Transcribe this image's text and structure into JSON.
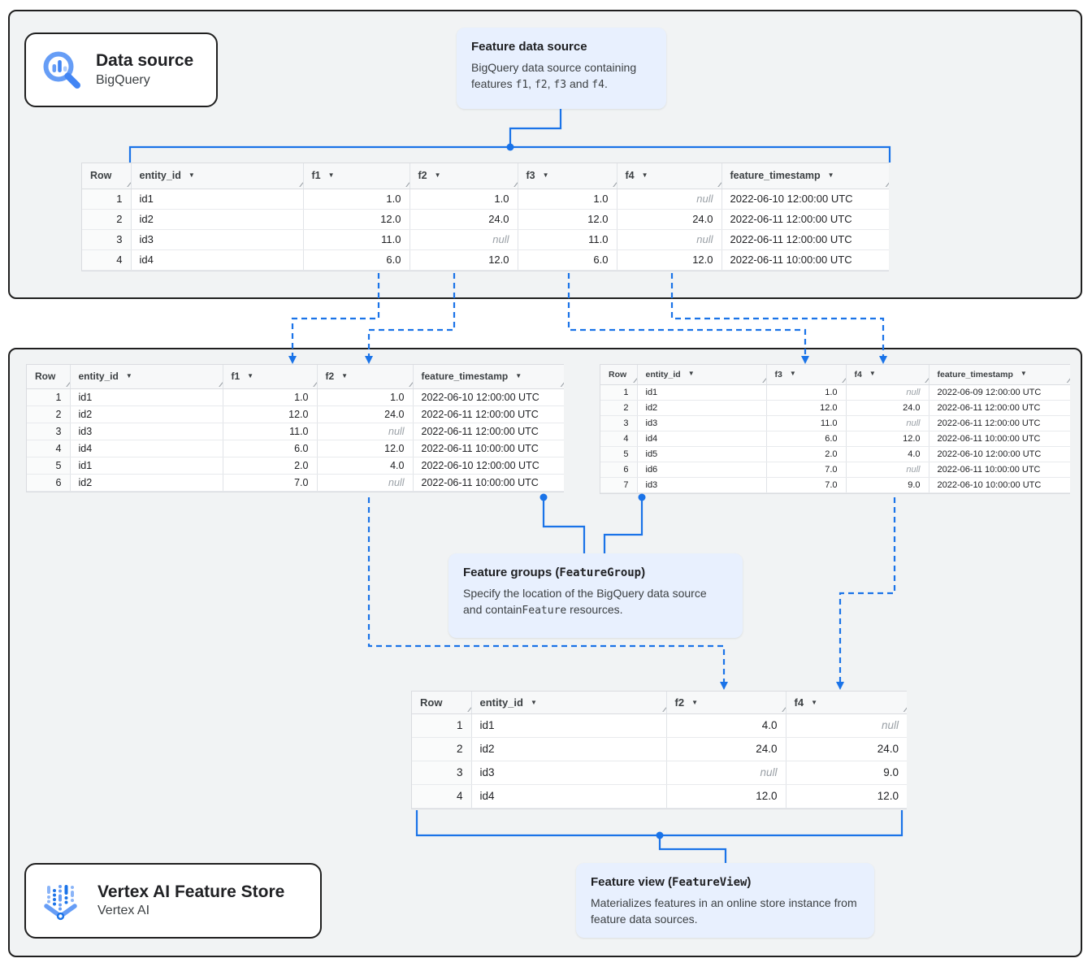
{
  "colors": {
    "accent_blue": "#1a73e8",
    "section_background": "#f1f3f4",
    "callout_background": "#e8f0fe",
    "badge_border": "#1f1f1f",
    "null_text": "#9aa0a6",
    "icon_blue_dark": "#4285f4",
    "icon_blue_medium": "#669df6",
    "icon_blue_light": "#aecbfa"
  },
  "source_section": {
    "badge": {
      "title": "Data source",
      "subtitle": "BigQuery",
      "icon": "bigquery-magnifier-icon"
    },
    "callout": {
      "title": "Feature data source",
      "body": [
        {
          "text": "BigQuery data source containing features "
        },
        {
          "text": "f1",
          "mono": true
        },
        {
          "text": ", "
        },
        {
          "text": "f2",
          "mono": true
        },
        {
          "text": ", "
        },
        {
          "text": "f3",
          "mono": true
        },
        {
          "text": " and "
        },
        {
          "text": "f4",
          "mono": true
        },
        {
          "text": "."
        }
      ]
    },
    "table": {
      "columns": [
        {
          "label": "Row",
          "sort": false,
          "align": "right"
        },
        {
          "label": "entity_id",
          "sort": true,
          "align": "left"
        },
        {
          "label": "f1",
          "sort": true,
          "align": "right"
        },
        {
          "label": "f2",
          "sort": true,
          "align": "right"
        },
        {
          "label": "f3",
          "sort": true,
          "align": "right"
        },
        {
          "label": "f4",
          "sort": true,
          "align": "right"
        },
        {
          "label": "feature_timestamp",
          "sort": true,
          "align": "left"
        }
      ],
      "rows": [
        [
          "1",
          "id1",
          "1.0",
          "1.0",
          "1.0",
          "null",
          "2022-06-10 12:00:00 UTC"
        ],
        [
          "2",
          "id2",
          "12.0",
          "24.0",
          "12.0",
          "24.0",
          "2022-06-11 12:00:00 UTC"
        ],
        [
          "3",
          "id3",
          "11.0",
          "null",
          "11.0",
          "null",
          "2022-06-11 12:00:00 UTC"
        ],
        [
          "4",
          "id4",
          "6.0",
          "12.0",
          "6.0",
          "12.0",
          "2022-06-11 10:00:00 UTC"
        ]
      ]
    }
  },
  "feature_store_section": {
    "group_table_f1_f2": {
      "columns": [
        {
          "label": "Row",
          "sort": false,
          "align": "right"
        },
        {
          "label": "entity_id",
          "sort": true,
          "align": "left"
        },
        {
          "label": "f1",
          "sort": true,
          "align": "right"
        },
        {
          "label": "f2",
          "sort": true,
          "align": "right"
        },
        {
          "label": "feature_timestamp",
          "sort": true,
          "align": "left"
        }
      ],
      "rows": [
        [
          "1",
          "id1",
          "1.0",
          "1.0",
          "2022-06-10 12:00:00 UTC"
        ],
        [
          "2",
          "id2",
          "12.0",
          "24.0",
          "2022-06-11 12:00:00 UTC"
        ],
        [
          "3",
          "id3",
          "11.0",
          "null",
          "2022-06-11 12:00:00 UTC"
        ],
        [
          "4",
          "id4",
          "6.0",
          "12.0",
          "2022-06-11 10:00:00 UTC"
        ],
        [
          "5",
          "id1",
          "2.0",
          "4.0",
          "2022-06-10 12:00:00 UTC"
        ],
        [
          "6",
          "id2",
          "7.0",
          "null",
          "2022-06-11 10:00:00 UTC"
        ]
      ]
    },
    "group_table_f3_f4": {
      "columns": [
        {
          "label": "Row",
          "sort": false,
          "align": "right"
        },
        {
          "label": "entity_id",
          "sort": true,
          "align": "left"
        },
        {
          "label": "f3",
          "sort": true,
          "align": "right"
        },
        {
          "label": "f4",
          "sort": true,
          "align": "right"
        },
        {
          "label": "feature_timestamp",
          "sort": true,
          "align": "left"
        }
      ],
      "rows": [
        [
          "1",
          "id1",
          "1.0",
          "null",
          "2022-06-09 12:00:00 UTC"
        ],
        [
          "2",
          "id2",
          "12.0",
          "24.0",
          "2022-06-11 12:00:00 UTC"
        ],
        [
          "3",
          "id3",
          "11.0",
          "null",
          "2022-06-11 12:00:00 UTC"
        ],
        [
          "4",
          "id4",
          "6.0",
          "12.0",
          "2022-06-11 10:00:00 UTC"
        ],
        [
          "5",
          "id5",
          "2.0",
          "4.0",
          "2022-06-10 12:00:00 UTC"
        ],
        [
          "6",
          "id6",
          "7.0",
          "null",
          "2022-06-11 10:00:00 UTC"
        ],
        [
          "7",
          "id3",
          "7.0",
          "9.0",
          "2022-06-10 10:00:00 UTC"
        ]
      ]
    },
    "groups_callout": {
      "title": [
        {
          "text": "Feature groups ("
        },
        {
          "text": "FeatureGroup",
          "mono": true
        },
        {
          "text": ")"
        }
      ],
      "body": [
        {
          "text": "Specify the location of the BigQuery data source and contain"
        },
        {
          "text": "Feature",
          "mono": true
        },
        {
          "text": " resources."
        }
      ]
    },
    "feature_view_table": {
      "columns": [
        {
          "label": "Row",
          "sort": false,
          "align": "right"
        },
        {
          "label": "entity_id",
          "sort": true,
          "align": "left"
        },
        {
          "label": "f2",
          "sort": true,
          "align": "right"
        },
        {
          "label": "f4",
          "sort": true,
          "align": "right"
        }
      ],
      "rows": [
        [
          "1",
          "id1",
          "4.0",
          "null"
        ],
        [
          "2",
          "id2",
          "24.0",
          "24.0"
        ],
        [
          "3",
          "id3",
          "null",
          "9.0"
        ],
        [
          "4",
          "id4",
          "12.0",
          "12.0"
        ]
      ]
    },
    "badge": {
      "title": "Vertex AI Feature Store",
      "subtitle": "Vertex AI",
      "icon": "vertex-ai-icon"
    },
    "view_callout": {
      "title": [
        {
          "text": "Feature view ("
        },
        {
          "text": "FeatureView",
          "mono": true
        },
        {
          "text": ")"
        }
      ],
      "body": [
        {
          "text": "Materializes features in an online store instance from feature data sources."
        }
      ]
    }
  }
}
